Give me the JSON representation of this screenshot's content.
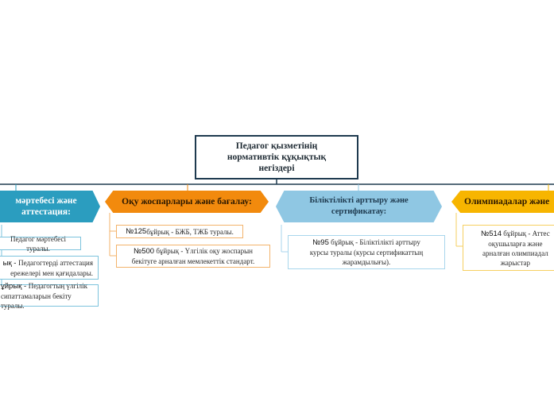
{
  "root": {
    "line1": "Педагог қызметінің",
    "line2": "нормативтік құқықтық",
    "line3": "негіздері"
  },
  "branches": [
    {
      "line1": "мәртебесі және",
      "line2": "аттестация:",
      "color": "#2b9dbf",
      "leaves": [
        {
          "num": "",
          "text": "Педагог мәртебесі туралы."
        },
        {
          "num": "ық - ",
          "text": "Педагогтерді аттестация",
          "text2": "ережелері мен қағидалары."
        },
        {
          "num": "ұйрық - ",
          "text": "Педагогтың үлгілік",
          "text2": "сипаттамаларын бекіту туралы."
        }
      ]
    },
    {
      "line1": "Оқу жоспарлары және бағалау:",
      "line2": "",
      "color": "#f28a0d",
      "leaves": [
        {
          "num": "№125",
          "text": " бұйрық - БЖБ, ТЖБ туралы."
        },
        {
          "num": "№500",
          "text": " бұйрық - Үлгілік оқу жоспарын",
          "text2": "бекітуге арналған мемлекеттік стандарт."
        }
      ]
    },
    {
      "line1": "Біліктілікті арттыру және",
      "line2": "сертификатау:",
      "color": "#8fc7e3",
      "leaves": [
        {
          "num": "№95",
          "text": " бұйрық - Біліктілікті арттыру",
          "text2": "курсы туралы (курсы сертификаттың",
          "text3": "жарамдылығы)."
        }
      ]
    },
    {
      "line1": "Олимпиадалар және",
      "line2": "",
      "color": "#f7b500",
      "leaves": [
        {
          "num": "№514",
          "text": " бұйрық - Аттес",
          "text2": "оқушыларға және",
          "text3": "арналған олимпиадал",
          "text4": "жарыстар"
        }
      ]
    }
  ]
}
